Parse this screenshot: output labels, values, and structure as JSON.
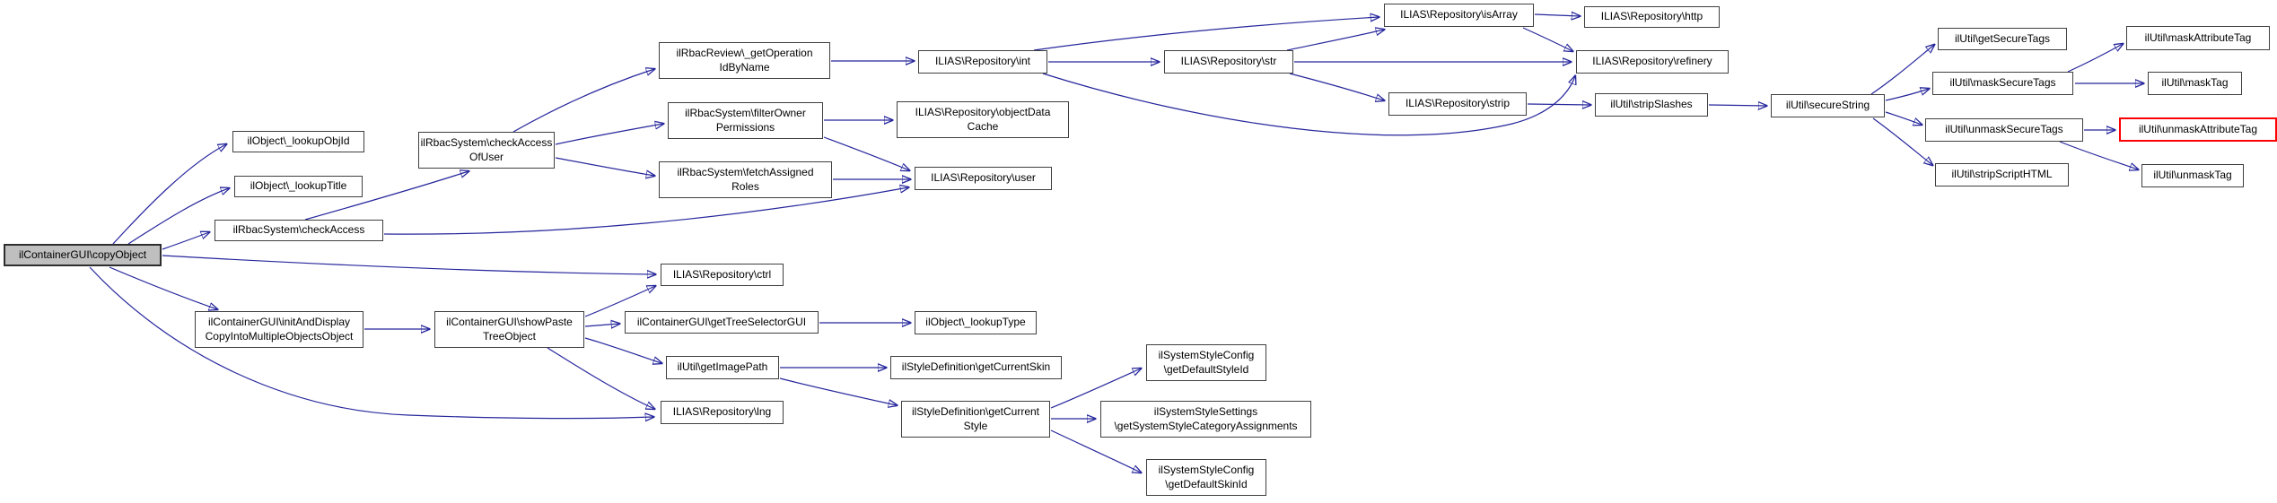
{
  "diagram": {
    "type": "call-graph",
    "background_color": "#ffffff",
    "edge_color": "#26269c",
    "node_border_color": "#3f3f3f",
    "node_fill_color": "#ffffff",
    "highlight_node_fill_color": "#bfbfbf",
    "alert_node_border_color": "#ff0000",
    "text_color": "#000000"
  },
  "nodes": {
    "copyObject": {
      "label": "ilContainerGUI\\copyObject",
      "style": "highlight"
    },
    "lookupObjId": {
      "label": "ilObject\\_lookupObjId",
      "style": "normal"
    },
    "lookupTitle": {
      "label": "ilObject\\_lookupTitle",
      "style": "normal"
    },
    "checkAccess": {
      "label": "ilRbacSystem\\checkAccess",
      "style": "normal"
    },
    "initAndDisplay": {
      "label": "ilContainerGUI\\initAndDisplay\nCopyIntoMultipleObjectsObject",
      "style": "normal"
    },
    "checkAccessOfUser": {
      "label": "ilRbacSystem\\checkAccess\nOfUser",
      "style": "normal"
    },
    "showPasteTree": {
      "label": "ilContainerGUI\\showPaste\nTreeObject",
      "style": "normal"
    },
    "getOperationIdByName": {
      "label": "ilRbacReview\\_getOperation\nIdByName",
      "style": "normal"
    },
    "filterOwnerPermissions": {
      "label": "ilRbacSystem\\filterOwner\nPermissions",
      "style": "normal"
    },
    "fetchAssignedRoles": {
      "label": "ilRbacSystem\\fetchAssigned\nRoles",
      "style": "normal"
    },
    "ctrl": {
      "label": "ILIAS\\Repository\\ctrl",
      "style": "normal"
    },
    "getTreeSelectorGUI": {
      "label": "ilContainerGUI\\getTreeSelectorGUI",
      "style": "normal"
    },
    "getImagePath": {
      "label": "ilUtil\\getImagePath",
      "style": "normal"
    },
    "lng": {
      "label": "ILIAS\\Repository\\lng",
      "style": "normal"
    },
    "int": {
      "label": "ILIAS\\Repository\\int",
      "style": "normal"
    },
    "objectDataCache": {
      "label": "ILIAS\\Repository\\objectData\nCache",
      "style": "normal"
    },
    "user": {
      "label": "ILIAS\\Repository\\user",
      "style": "normal"
    },
    "lookupType": {
      "label": "ilObject\\_lookupType",
      "style": "normal"
    },
    "getCurrentSkin": {
      "label": "ilStyleDefinition\\getCurrentSkin",
      "style": "normal"
    },
    "getCurrentStyle": {
      "label": "ilStyleDefinition\\getCurrent\nStyle",
      "style": "normal"
    },
    "str": {
      "label": "ILIAS\\Repository\\str",
      "style": "normal"
    },
    "getDefaultStyleId": {
      "label": "ilSystemStyleConfig\n\\getDefaultStyleId",
      "style": "normal"
    },
    "getSystemStyleCategoryAssignments": {
      "label": "ilSystemStyleSettings\n\\getSystemStyleCategoryAssignments",
      "style": "normal"
    },
    "getDefaultSkinId": {
      "label": "ilSystemStyleConfig\n\\getDefaultSkinId",
      "style": "normal"
    },
    "isArray": {
      "label": "ILIAS\\Repository\\isArray",
      "style": "normal"
    },
    "strip": {
      "label": "ILIAS\\Repository\\strip",
      "style": "normal"
    },
    "http": {
      "label": "ILIAS\\Repository\\http",
      "style": "normal"
    },
    "refinery": {
      "label": "ILIAS\\Repository\\refinery",
      "style": "normal"
    },
    "stripSlashes": {
      "label": "ilUtil\\stripSlashes",
      "style": "normal"
    },
    "secureString": {
      "label": "ilUtil\\secureString",
      "style": "normal"
    },
    "getSecureTags": {
      "label": "ilUtil\\getSecureTags",
      "style": "normal"
    },
    "maskSecureTags": {
      "label": "ilUtil\\maskSecureTags",
      "style": "normal"
    },
    "unmaskSecureTags": {
      "label": "ilUtil\\unmaskSecureTags",
      "style": "normal"
    },
    "stripScriptHTML": {
      "label": "ilUtil\\stripScriptHTML",
      "style": "normal"
    },
    "maskAttributeTag": {
      "label": "ilUtil\\maskAttributeTag",
      "style": "normal"
    },
    "maskTag": {
      "label": "ilUtil\\maskTag",
      "style": "normal"
    },
    "unmaskAttributeTag": {
      "label": "ilUtil\\unmaskAttributeTag",
      "style": "alert"
    },
    "unmaskTag": {
      "label": "ilUtil\\unmaskTag",
      "style": "normal"
    }
  },
  "edges": [
    {
      "from": "copyObject",
      "to": "lookupObjId"
    },
    {
      "from": "copyObject",
      "to": "lookupTitle"
    },
    {
      "from": "copyObject",
      "to": "checkAccess"
    },
    {
      "from": "copyObject",
      "to": "ctrl"
    },
    {
      "from": "copyObject",
      "to": "initAndDisplay"
    },
    {
      "from": "copyObject",
      "to": "lng"
    },
    {
      "from": "checkAccess",
      "to": "checkAccessOfUser"
    },
    {
      "from": "checkAccess",
      "to": "user"
    },
    {
      "from": "checkAccessOfUser",
      "to": "getOperationIdByName"
    },
    {
      "from": "checkAccessOfUser",
      "to": "filterOwnerPermissions"
    },
    {
      "from": "checkAccessOfUser",
      "to": "fetchAssignedRoles"
    },
    {
      "from": "filterOwnerPermissions",
      "to": "objectDataCache"
    },
    {
      "from": "filterOwnerPermissions",
      "to": "user"
    },
    {
      "from": "fetchAssignedRoles",
      "to": "user"
    },
    {
      "from": "getOperationIdByName",
      "to": "int"
    },
    {
      "from": "int",
      "to": "str"
    },
    {
      "from": "int",
      "to": "isArray"
    },
    {
      "from": "int",
      "to": "refinery"
    },
    {
      "from": "str",
      "to": "isArray"
    },
    {
      "from": "str",
      "to": "refinery"
    },
    {
      "from": "str",
      "to": "strip"
    },
    {
      "from": "isArray",
      "to": "http"
    },
    {
      "from": "isArray",
      "to": "refinery"
    },
    {
      "from": "strip",
      "to": "stripSlashes"
    },
    {
      "from": "stripSlashes",
      "to": "secureString"
    },
    {
      "from": "secureString",
      "to": "getSecureTags"
    },
    {
      "from": "secureString",
      "to": "maskSecureTags"
    },
    {
      "from": "secureString",
      "to": "unmaskSecureTags"
    },
    {
      "from": "secureString",
      "to": "stripScriptHTML"
    },
    {
      "from": "maskSecureTags",
      "to": "maskAttributeTag"
    },
    {
      "from": "maskSecureTags",
      "to": "maskTag"
    },
    {
      "from": "unmaskSecureTags",
      "to": "unmaskAttributeTag"
    },
    {
      "from": "unmaskSecureTags",
      "to": "unmaskTag"
    },
    {
      "from": "initAndDisplay",
      "to": "showPasteTree"
    },
    {
      "from": "showPasteTree",
      "to": "ctrl"
    },
    {
      "from": "showPasteTree",
      "to": "getTreeSelectorGUI"
    },
    {
      "from": "showPasteTree",
      "to": "getImagePath"
    },
    {
      "from": "showPasteTree",
      "to": "lng"
    },
    {
      "from": "getTreeSelectorGUI",
      "to": "lookupType"
    },
    {
      "from": "getImagePath",
      "to": "getCurrentSkin"
    },
    {
      "from": "getImagePath",
      "to": "getCurrentStyle"
    },
    {
      "from": "getCurrentStyle",
      "to": "getDefaultStyleId"
    },
    {
      "from": "getCurrentStyle",
      "to": "getSystemStyleCategoryAssignments"
    },
    {
      "from": "getCurrentStyle",
      "to": "getDefaultSkinId"
    }
  ]
}
